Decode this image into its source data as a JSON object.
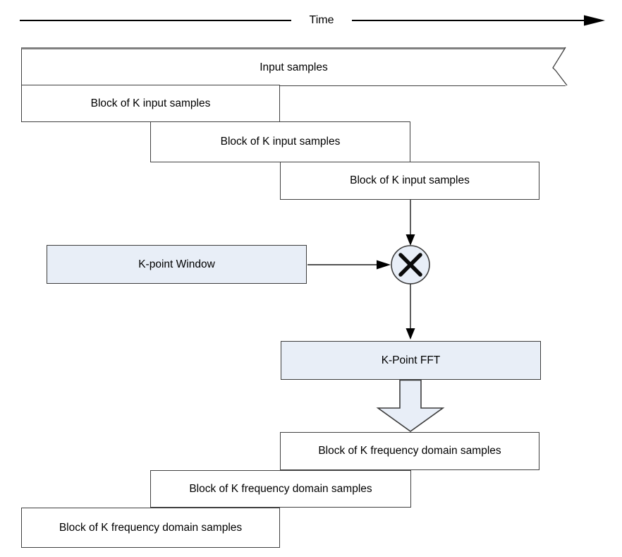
{
  "colors": {
    "fill_light_blue": "#e8eef7",
    "border_dark": "#404040",
    "stream_top_edge_gray": "#808080",
    "arrow_black": "#000000"
  },
  "time_axis": {
    "label": "Time"
  },
  "input_stream": {
    "label": "Input samples"
  },
  "input_blocks": [
    {
      "label": "Block of K input samples"
    },
    {
      "label": "Block of K input samples"
    },
    {
      "label": "Block of K input samples"
    }
  ],
  "window": {
    "label": "K-point Window"
  },
  "multiplier": {
    "icon": "multiply-icon",
    "symbol": "×"
  },
  "fft": {
    "label": "K-Point FFT"
  },
  "output_blocks": [
    {
      "label": "Block of K frequency domain samples"
    },
    {
      "label": "Block of K frequency domain samples"
    },
    {
      "label": "Block of K frequency domain samples"
    }
  ]
}
